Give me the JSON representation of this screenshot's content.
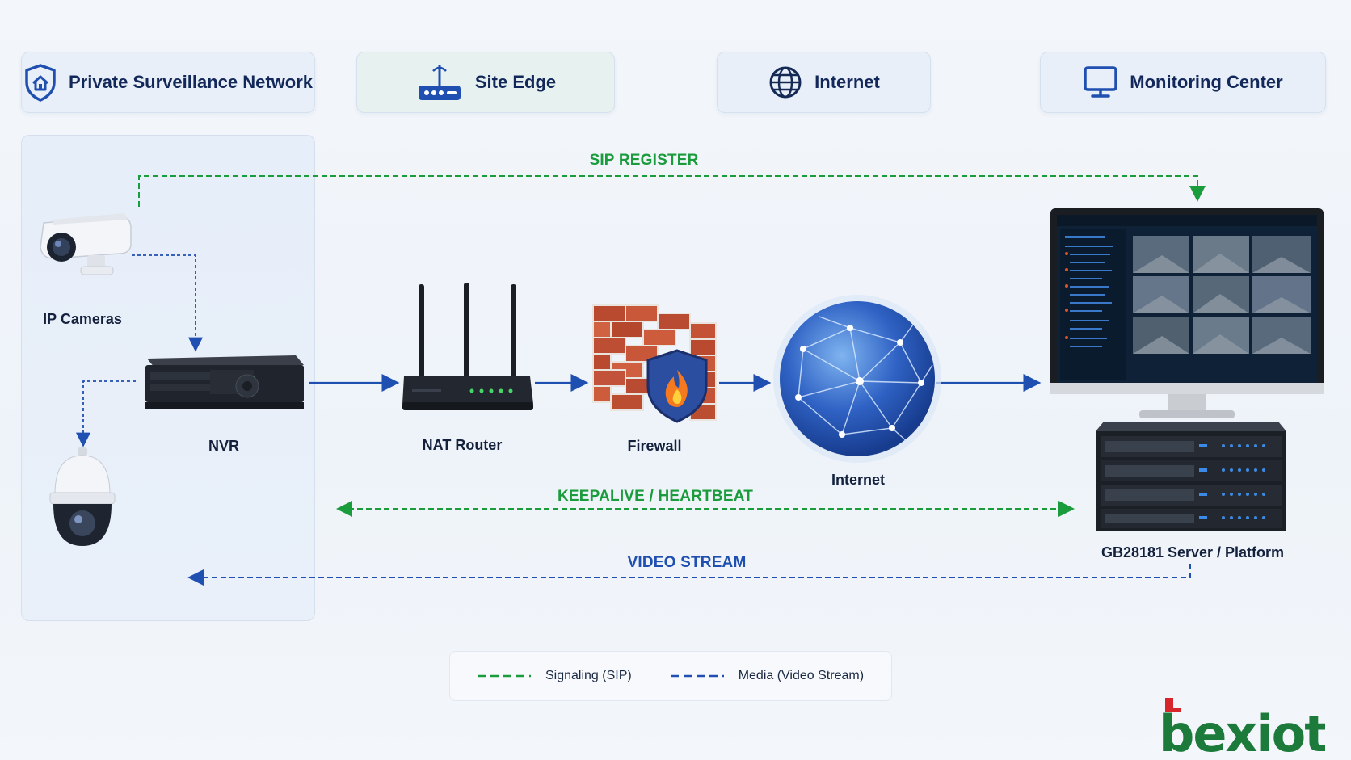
{
  "zones": {
    "private_network": "Private Surveillance Network",
    "site_edge": "Site Edge",
    "internet": "Internet",
    "monitoring_center": "Monitoring Center"
  },
  "devices": {
    "ip_cameras": "IP Cameras",
    "nvr": "NVR",
    "nat_router": "NAT Router",
    "firewall": "Firewall",
    "internet": "Internet",
    "server": "GB28181 Server / Platform"
  },
  "flows": {
    "sip_register": "SIP REGISTER",
    "keepalive": "KEEPALIVE / HEARTBEAT",
    "video_stream": "VIDEO STREAM"
  },
  "legend": {
    "signaling": "Signaling (SIP)",
    "media": "Media (Video Stream)"
  },
  "brand": "bexiot",
  "colors": {
    "signaling": "#1a9b3c",
    "media": "#1f4fb0",
    "brand_green": "#1c7a3a",
    "brand_red": "#d7262b"
  }
}
